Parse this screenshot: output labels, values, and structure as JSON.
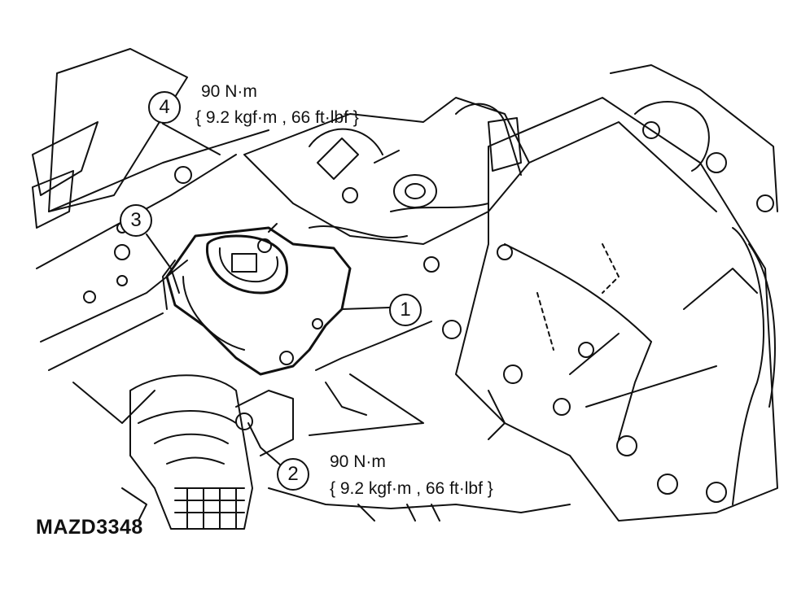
{
  "callouts": {
    "c1": "1",
    "c2": "2",
    "c3": "3",
    "c4": "4"
  },
  "torque_top": {
    "value": "90 N·m",
    "converted": "{ 9.2 kgf·m , 66 ft·lbf }"
  },
  "torque_bottom": {
    "value": "90 N·m",
    "converted": "{ 9.2 kgf·m , 66 ft·lbf }"
  },
  "figure_code": "MAZD3348",
  "colors": {
    "ink": "#111111",
    "paper": "#ffffff"
  }
}
